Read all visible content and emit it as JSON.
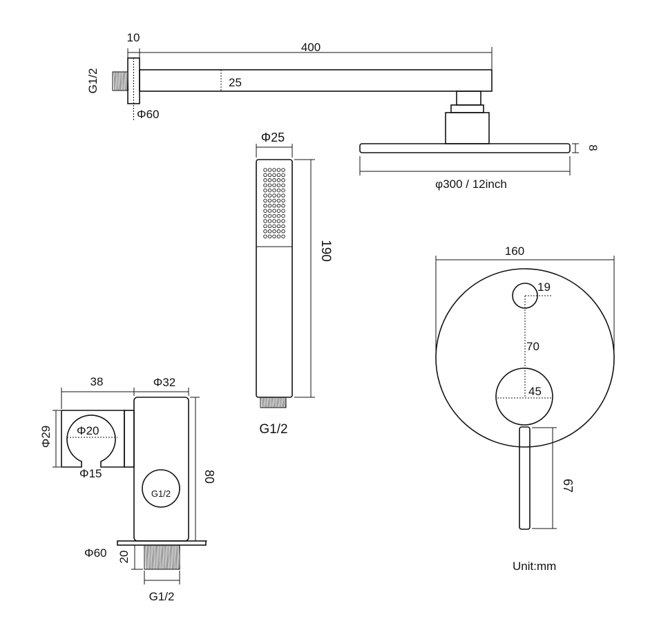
{
  "arm": {
    "dim_thickness": "10",
    "dim_length": "400",
    "thread": "G1/2",
    "height": "25",
    "flange_diameter": "Φ60"
  },
  "hand_shower": {
    "diameter": "Φ25",
    "length": "190",
    "thread": "G1/2"
  },
  "head": {
    "thickness": "8",
    "diameter": "φ300 / 12inch"
  },
  "mixer": {
    "width": "160",
    "diverter_diameter": "19",
    "center_distance": "70",
    "handle_diameter": "45",
    "lever_length": "67"
  },
  "holder": {
    "width": "38",
    "outlet_diameter": "Φ32",
    "cradle_height": "Φ29",
    "cradle_diameter": "Φ20",
    "slot_diameter": "Φ15",
    "height": "80",
    "outlet_thread": "G1/2",
    "flange_diameter": "Φ60",
    "nipple_length": "20",
    "inlet_thread": "G1/2"
  },
  "unit_note": "Unit:mm"
}
